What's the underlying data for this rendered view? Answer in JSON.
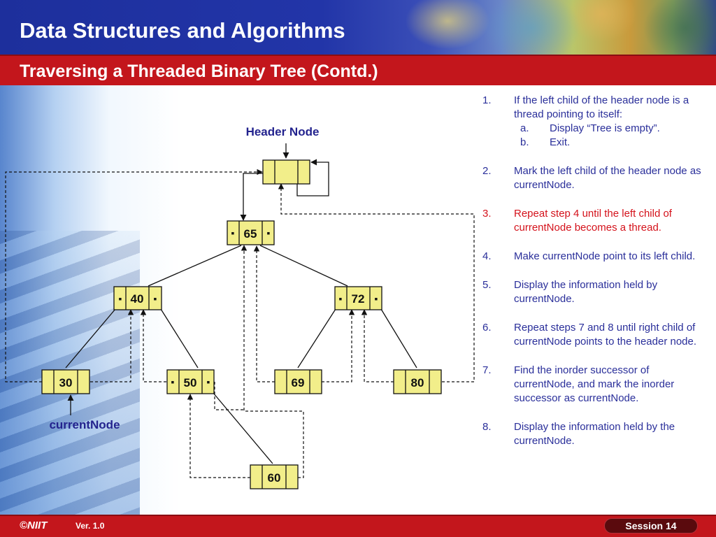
{
  "header": {
    "title": "Data Structures and Algorithms",
    "subtitle": "Traversing a Threaded Binary Tree (Contd.)"
  },
  "diagram": {
    "header_label": "Header Node",
    "current_label": "currentNode",
    "nodes": {
      "n65": "65",
      "n40": "40",
      "n72": "72",
      "n30": "30",
      "n50": "50",
      "n69": "69",
      "n80": "80",
      "n60": "60"
    },
    "pointer_marker": "▪",
    "colors": {
      "node_fill": "#f2ee8a",
      "edge": "#111111",
      "label": "#23238e"
    }
  },
  "steps": [
    {
      "num": "1.",
      "text": "If the left child of the header node is a thread pointing to itself:",
      "sub": [
        {
          "num": "a.",
          "text": "Display “Tree is empty”."
        },
        {
          "num": "b.",
          "text": "Exit."
        }
      ]
    },
    {
      "num": "2.",
      "text": "Mark the left child of the header node as currentNode."
    },
    {
      "num": "3.",
      "text": "Repeat step 4 until the left child of currentNode becomes a thread."
    },
    {
      "num": "4.",
      "text": "Make currentNode point to its left child."
    },
    {
      "num": "5.",
      "text": "Display the information held by currentNode."
    },
    {
      "num": "6.",
      "text": "Repeat steps 7 and 8 until right child of currentNode points to the header node."
    },
    {
      "num": "7.",
      "text": "Find the inorder successor of currentNode, and mark the inorder successor as currentNode."
    },
    {
      "num": "8.",
      "text": "Display the information held by the currentNode."
    }
  ],
  "footer": {
    "logo": "©NIIT",
    "version": "Ver.  1.0",
    "session": "Session 14"
  }
}
